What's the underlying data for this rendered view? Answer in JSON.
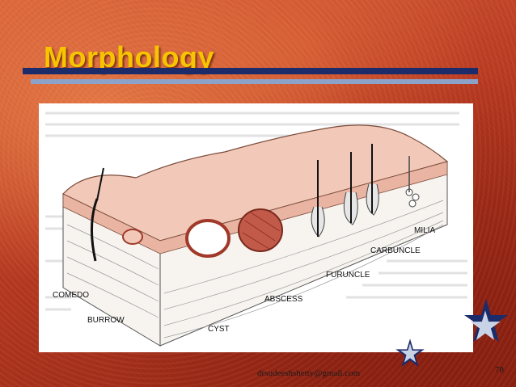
{
  "slide": {
    "title": "Morphology",
    "footer_email": "drsudeeshshetty@gmail.com",
    "page_number": "78"
  },
  "diagram_labels": {
    "milia": "MILIA",
    "carbuncle": "CARBUNCLE",
    "furuncle": "FURUNCLE",
    "comedo": "COMEDO",
    "abscess": "ABSCESS",
    "burrow": "BURROW",
    "cyst": "CYST"
  },
  "colors": {
    "title": "#f6c400",
    "bar_dark": "#1c2b6a",
    "bar_light": "#8da2c8",
    "skin": "#f2c9b8",
    "skin_edge": "#e0a898",
    "abscess": "#c25a4a"
  },
  "icons": [
    "star-icon"
  ]
}
